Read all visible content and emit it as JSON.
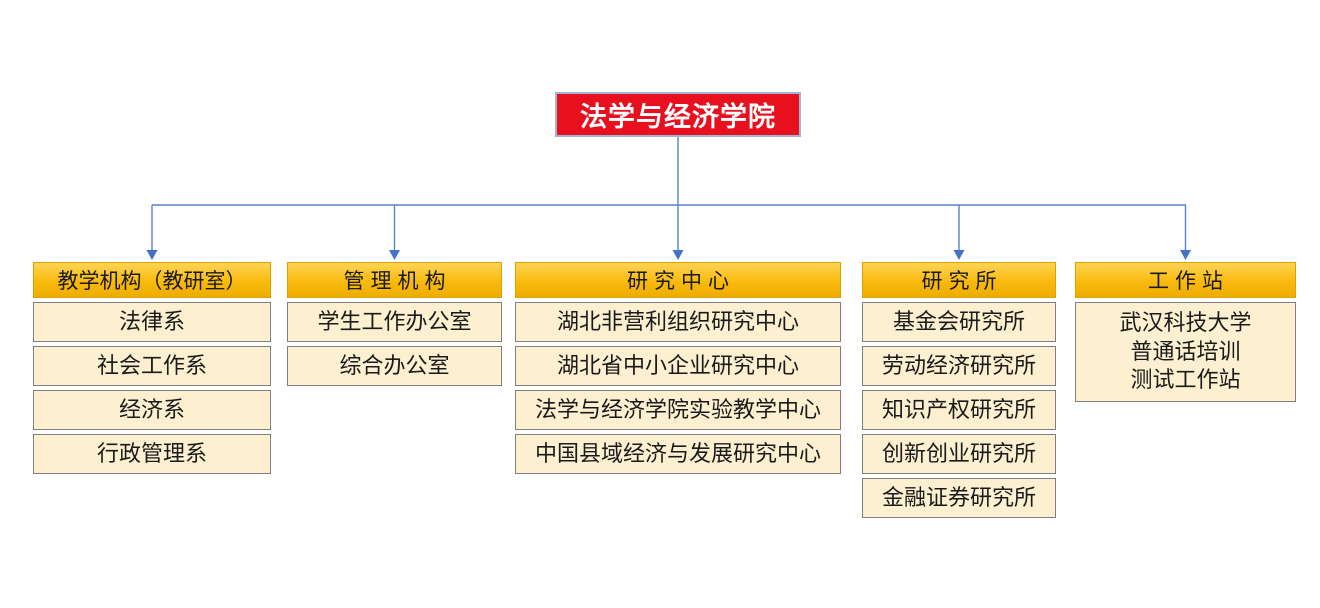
{
  "title": "法学与经济学院",
  "colors": {
    "title_bg": "#e8101f",
    "title_border": "#9fb6d5",
    "title_text": "#ffffff",
    "header_gold_top": "#ffd455",
    "header_gold_bottom": "#efac00",
    "header_border": "#e0a000",
    "item_bg": "#fcf0d0",
    "item_border": "#7f7f7f",
    "connector_line": "#5b82c6",
    "arrow_fill": "#4472c4"
  },
  "columns": [
    {
      "header": "教学机构（教研室）",
      "items": [
        "法律系",
        "社会工作系",
        "经济系",
        "行政管理系"
      ]
    },
    {
      "header": "管理机构",
      "items": [
        "学生工作办公室",
        "综合办公室"
      ]
    },
    {
      "header": "研究中心",
      "items": [
        "湖北非营利组织研究中心",
        "湖北省中小企业研究中心",
        "法学与经济学院实验教学中心",
        "中国县域经济与发展研究中心"
      ]
    },
    {
      "header": "研究所",
      "items": [
        "基金会研究所",
        "劳动经济研究所",
        "知识产权研究所",
        "创新创业研究所",
        "金融证券研究所"
      ]
    },
    {
      "header": "工作站",
      "items": [
        "武汉科技大学\n普通话培训\n测试工作站"
      ]
    }
  ]
}
